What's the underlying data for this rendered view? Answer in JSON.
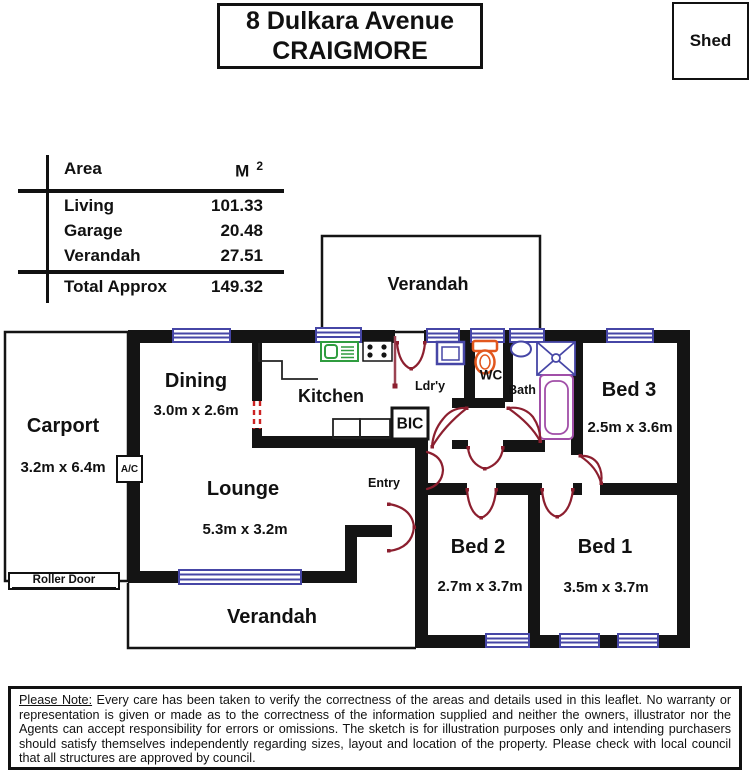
{
  "title": {
    "line1": "8 Dulkara Avenue",
    "line2": "CRAIGMORE"
  },
  "shed_label": "Shed",
  "area_table": {
    "header": {
      "area": "Area",
      "unit": "M",
      "unit_sup": "2"
    },
    "rows": [
      {
        "label": "Living",
        "value": "101.33"
      },
      {
        "label": "Garage",
        "value": "20.48"
      },
      {
        "label": "Verandah",
        "value": "27.51"
      }
    ],
    "total": {
      "label": "Total Approx",
      "value": "149.32"
    }
  },
  "rooms": {
    "verandah_top": {
      "name": "Verandah"
    },
    "carport": {
      "name": "Carport",
      "dim": "3.2m x 6.4m"
    },
    "roller_door": {
      "name": "Roller Door"
    },
    "ac": {
      "name": "A/C"
    },
    "dining": {
      "name": "Dining",
      "dim": "3.0m x 2.6m"
    },
    "kitchen": {
      "name": "Kitchen"
    },
    "laundry": {
      "name": "Ldr'y"
    },
    "wc": {
      "name": "WC"
    },
    "bath": {
      "name": "Bath"
    },
    "bic": {
      "name": "BIC"
    },
    "entry": {
      "name": "Entry"
    },
    "lounge": {
      "name": "Lounge",
      "dim": "5.3m x 3.2m"
    },
    "bed1": {
      "name": "Bed 1",
      "dim": "3.5m x 3.7m"
    },
    "bed2": {
      "name": "Bed 2",
      "dim": "2.7m x 3.7m"
    },
    "bed3": {
      "name": "Bed 3",
      "dim": "2.5m x 3.6m"
    },
    "verandah_bottom": {
      "name": "Verandah"
    }
  },
  "note": {
    "lead": "Please Note:",
    "body": "Every care has been taken to verify the correctness of the areas and details used in this leaflet. No warranty or representation is given or made as to the correctness of the information supplied and neither the owners, illustrator nor the Agents can accept responsibility for errors or omissions. The sketch is for illustration purposes only and intending purchasers should satisfy themselves independently regarding sizes, layout and location of the property. Please check with local council that all structures are approved by council."
  },
  "colors": {
    "wall": "#141414",
    "door_arc": "#8c1f2f",
    "window": "#4646a6",
    "sink_green": "#2f9c3f",
    "toilet_orange": "#e2571e",
    "bath_purple": "#a14fa8",
    "opening_dash_red": "#cc2222"
  }
}
